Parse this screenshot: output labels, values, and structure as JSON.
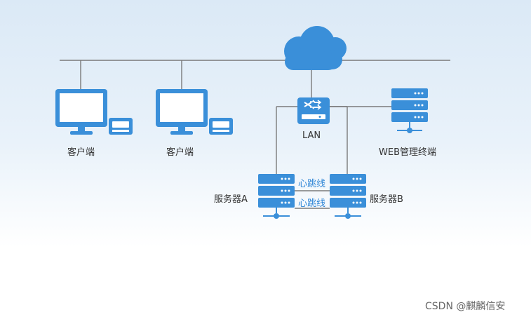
{
  "labels": {
    "client_1": "客户端",
    "client_2": "客户端",
    "switch": "LAN",
    "web_manager": "WEB管理终端",
    "server_a": "服务器A",
    "server_b": "服务器B",
    "heartbeat_top": "心跳线",
    "heartbeat_bottom": "心跳线"
  },
  "watermark": "CSDN @麒麟信安",
  "colors": {
    "device_blue": "#3a8fd9",
    "line_gray": "#7a7a7a",
    "heartbeat_text": "#2e86d6",
    "background_top": "#dbe9f6"
  },
  "icons": [
    "cloud-icon",
    "monitor-icon",
    "storage-box-icon",
    "switch-icon",
    "server-rack-icon"
  ]
}
